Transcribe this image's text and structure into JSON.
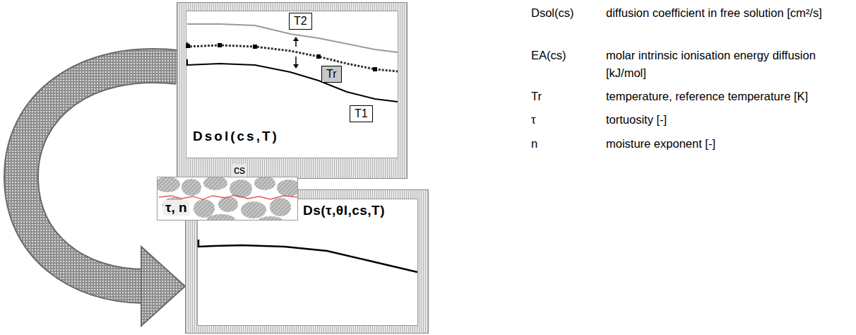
{
  "diagram": {
    "nodes": [
      {
        "text": [
          "Dsol(cs,T)",
          "cs"
        ]
      },
      {
        "text": [
          "T2"
        ],
        "in": 0
      },
      {
        "text": [
          "Tr"
        ],
        "in": 0
      },
      {
        "text": [
          "T1"
        ],
        "in": 0
      },
      {
        "text": [
          "τ, n"
        ]
      },
      {
        "text": [
          "Ds(τ,θl,cs,T)"
        ]
      }
    ],
    "edges": [
      {
        "from": 0,
        "to": 5,
        "arrow": "to"
      }
    ],
    "labels": [
      "Dsol(cs)",
      "diffusion coefficient in free solution [cm²/s]",
      "EA(cs)",
      "molar intrinsic ionisation energy diffusion [kJ/mol]",
      "Tr",
      "temperature, reference temperature [K]",
      "τ",
      "tortuosity [-]",
      "n",
      "moisture exponent [-]"
    ]
  }
}
